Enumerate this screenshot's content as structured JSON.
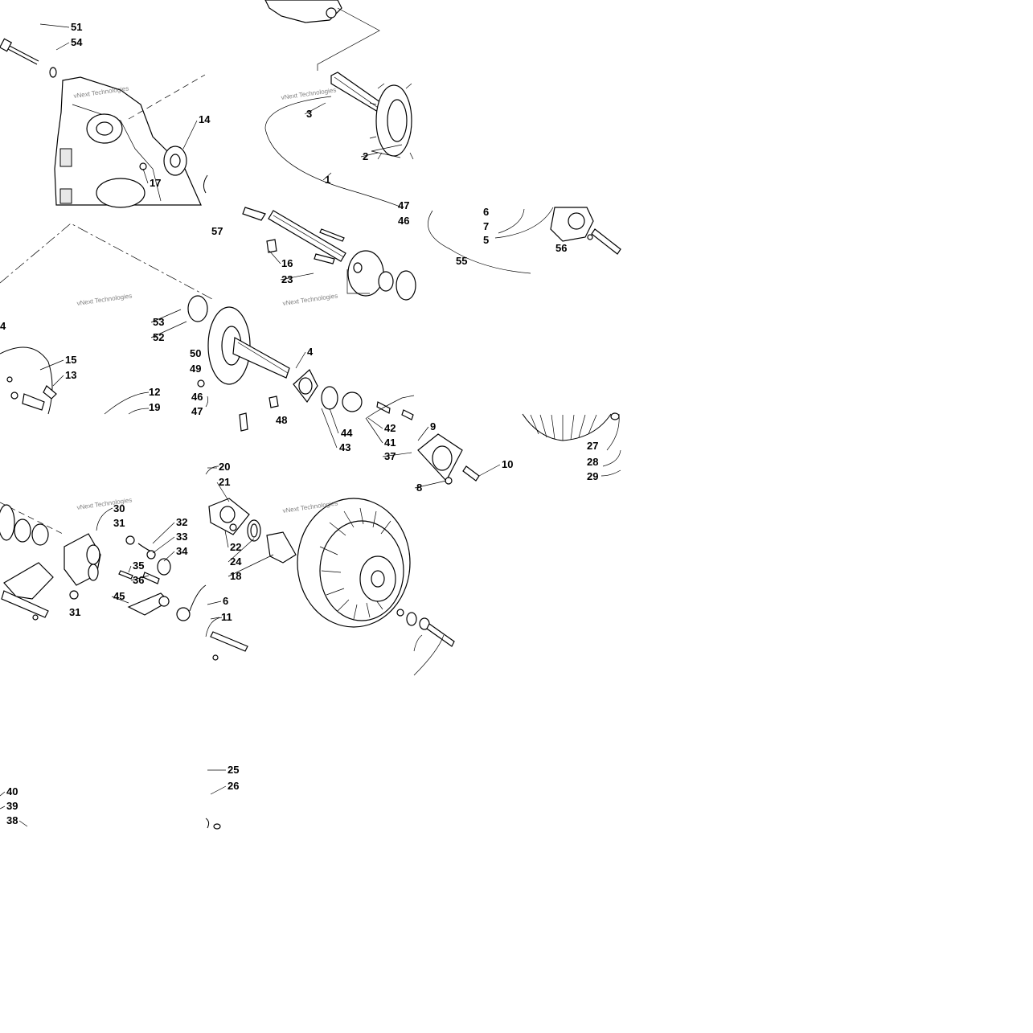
{
  "watermark": "vNext Technologies",
  "callouts": [
    {
      "t": "51"
    },
    {
      "t": "54"
    },
    {
      "t": "14"
    },
    {
      "t": "17"
    },
    {
      "t": "3"
    },
    {
      "t": "2"
    },
    {
      "t": "1"
    },
    {
      "t": "47"
    },
    {
      "t": "46"
    },
    {
      "t": "6"
    },
    {
      "t": "7"
    },
    {
      "t": "5"
    },
    {
      "t": "56"
    },
    {
      "t": "55"
    },
    {
      "t": "57"
    },
    {
      "t": "16"
    },
    {
      "t": "23"
    },
    {
      "t": "53"
    },
    {
      "t": "52"
    },
    {
      "t": "50"
    },
    {
      "t": "49"
    },
    {
      "t": "46"
    },
    {
      "t": "47"
    },
    {
      "t": "4"
    },
    {
      "t": "48"
    },
    {
      "t": "44"
    },
    {
      "t": "43"
    },
    {
      "t": "42"
    },
    {
      "t": "41"
    },
    {
      "t": "9"
    },
    {
      "t": "37"
    },
    {
      "t": "10"
    },
    {
      "t": "8"
    },
    {
      "t": "4"
    },
    {
      "t": "15"
    },
    {
      "t": "13"
    },
    {
      "t": "12"
    },
    {
      "t": "19"
    },
    {
      "t": "27"
    },
    {
      "t": "28"
    },
    {
      "t": "29"
    },
    {
      "t": "20"
    },
    {
      "t": "21"
    },
    {
      "t": "22"
    },
    {
      "t": "24"
    },
    {
      "t": "18"
    },
    {
      "t": "30"
    },
    {
      "t": "31"
    },
    {
      "t": "32"
    },
    {
      "t": "33"
    },
    {
      "t": "34"
    },
    {
      "t": "35"
    },
    {
      "t": "36"
    },
    {
      "t": "45"
    },
    {
      "t": "31"
    },
    {
      "t": "6"
    },
    {
      "t": "11"
    },
    {
      "t": "25"
    },
    {
      "t": "26"
    },
    {
      "t": "40"
    },
    {
      "t": "39"
    },
    {
      "t": "38"
    }
  ]
}
